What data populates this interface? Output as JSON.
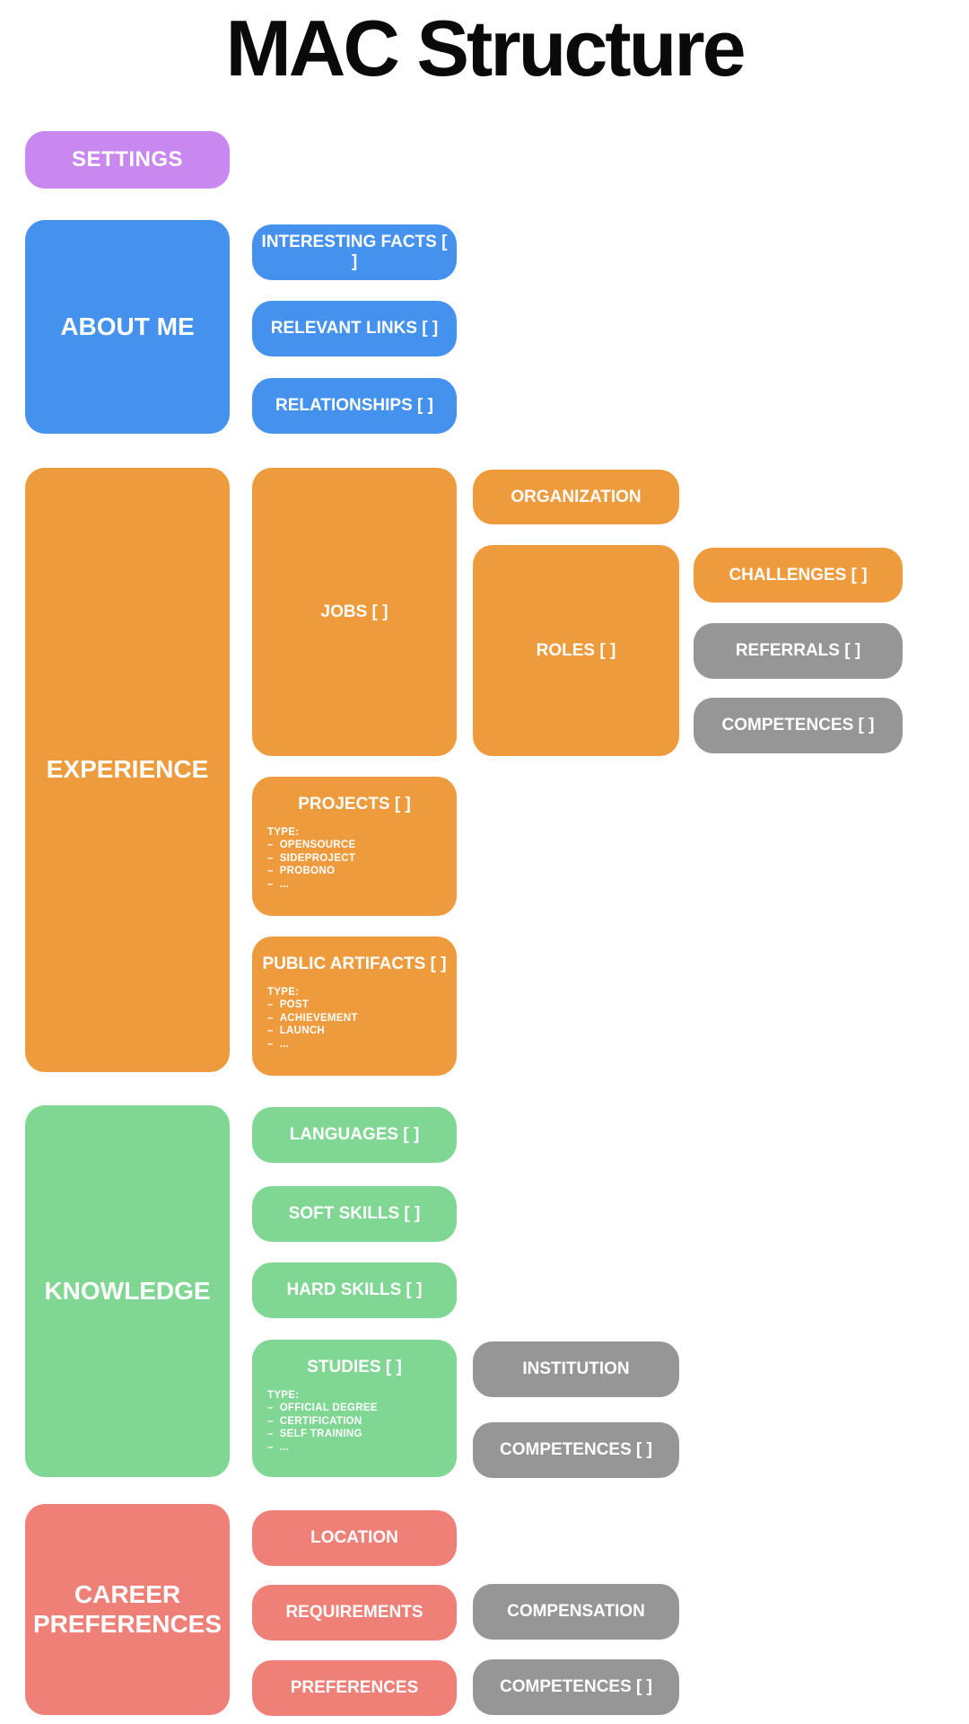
{
  "title": "MAC Structure",
  "colors": {
    "settings": "#C987F0",
    "about": "#4592EE",
    "experience": "#ED9B3C",
    "knowledge": "#80D793",
    "career": "#EE8078",
    "muted": "#969696",
    "text_on_block": "#FFFFFF",
    "title_text": "#0A0A0A",
    "background": "#FFFFFF"
  },
  "tree": {
    "settings": {
      "label": "SETTINGS"
    },
    "about_me": {
      "label": "ABOUT ME",
      "children": [
        {
          "label": "INTERESTING FACTS [ ]"
        },
        {
          "label": "RELEVANT LINKS [ ]"
        },
        {
          "label": "RELATIONSHIPS [ ]"
        }
      ]
    },
    "experience": {
      "label": "EXPERIENCE",
      "jobs": {
        "label": "JOBS [ ]"
      },
      "organization": {
        "label": "ORGANIZATION"
      },
      "roles": {
        "label": "ROLES [ ]"
      },
      "challenges": {
        "label": "CHALLENGES [ ]"
      },
      "referrals": {
        "label": "REFERRALS [ ]"
      },
      "competences": {
        "label": "COMPETENCES [ ]"
      },
      "projects": {
        "label": "PROJECTS [ ]",
        "type_heading": "TYPE:",
        "types": [
          "OPENSOURCE",
          "SIDEPROJECT",
          "PROBONO",
          "..."
        ]
      },
      "public_artifacts": {
        "label": "PUBLIC ARTIFACTS [ ]",
        "type_heading": "TYPE:",
        "types": [
          "POST",
          "ACHIEVEMENT",
          "LAUNCH",
          "..."
        ]
      }
    },
    "knowledge": {
      "label": "KNOWLEDGE",
      "languages": {
        "label": "LANGUAGES [ ]"
      },
      "soft_skills": {
        "label": "SOFT SKILLS [ ]"
      },
      "hard_skills": {
        "label": "HARD SKILLS [ ]"
      },
      "studies": {
        "label": "STUDIES [ ]",
        "type_heading": "TYPE:",
        "types": [
          "OFFICIAL DEGREE",
          "CERTIFICATION",
          "SELF TRAINING",
          "..."
        ]
      },
      "institution": {
        "label": "INSTITUTION"
      },
      "competences": {
        "label": "COMPETENCES [ ]"
      }
    },
    "career_preferences": {
      "label": "CAREER PREFERENCES",
      "location": {
        "label": "LOCATION"
      },
      "requirements": {
        "label": "REQUIREMENTS"
      },
      "preferences": {
        "label": "PREFERENCES"
      },
      "compensation": {
        "label": "COMPENSATION"
      },
      "competences": {
        "label": "COMPETENCES [ ]"
      }
    }
  }
}
